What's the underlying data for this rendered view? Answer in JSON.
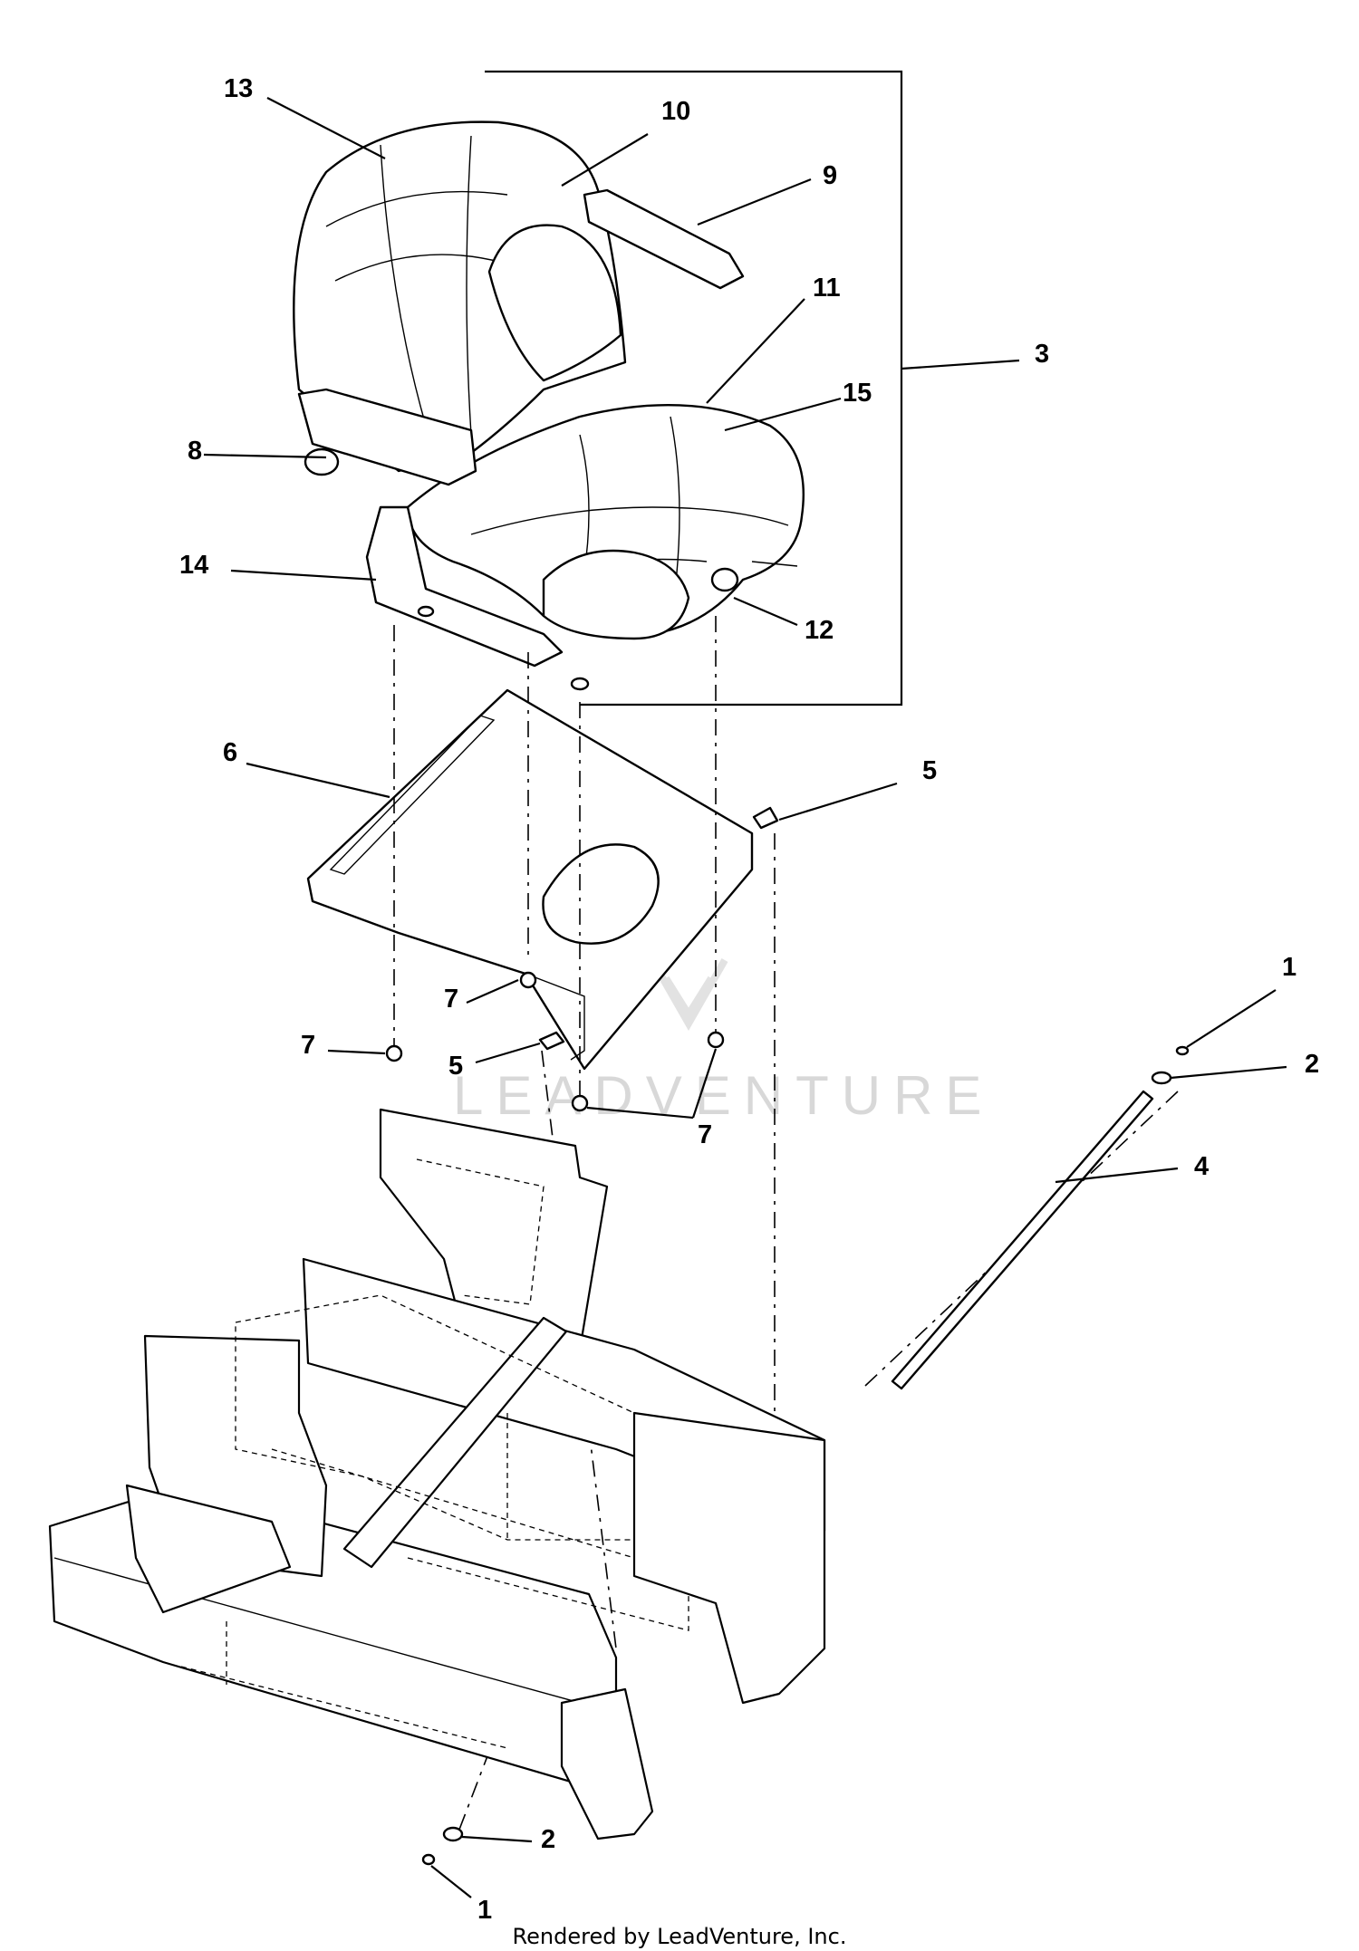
{
  "diagram": {
    "callouts": {
      "c1a": "1",
      "c1b": "1",
      "c2a": "2",
      "c2b": "2",
      "c3": "3",
      "c4": "4",
      "c5a": "5",
      "c5b": "5",
      "c6": "6",
      "c7a": "7",
      "c7b": "7",
      "c7c": "7",
      "c8": "8",
      "c9": "9",
      "c10": "10",
      "c11": "11",
      "c12": "12",
      "c13": "13",
      "c14": "14",
      "c15": "15"
    },
    "watermark": "LEADVENTURE",
    "footer": "Rendered by LeadVenture, Inc."
  }
}
